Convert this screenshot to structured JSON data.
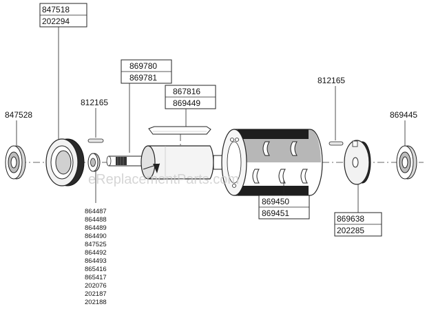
{
  "watermark": "eReplacementParts.com",
  "callouts": {
    "bearing_left": "847528",
    "housing_a": "847518",
    "housing_b": "202294",
    "pin_left": "812165",
    "shaft_a": "869780",
    "shaft_b": "869781",
    "blade_a": "867816",
    "blade_b": "869449",
    "pin_right": "812165",
    "bearing_right": "869445",
    "cutterhead_a": "869450",
    "cutterhead_b": "869451",
    "endcap_a": "869638",
    "endcap_b": "202285"
  },
  "washer_list": [
    "864487",
    "864488",
    "864489",
    "864490",
    "847525",
    "864492",
    "864493",
    "865416",
    "865417",
    "202076",
    "202187",
    "202188"
  ]
}
